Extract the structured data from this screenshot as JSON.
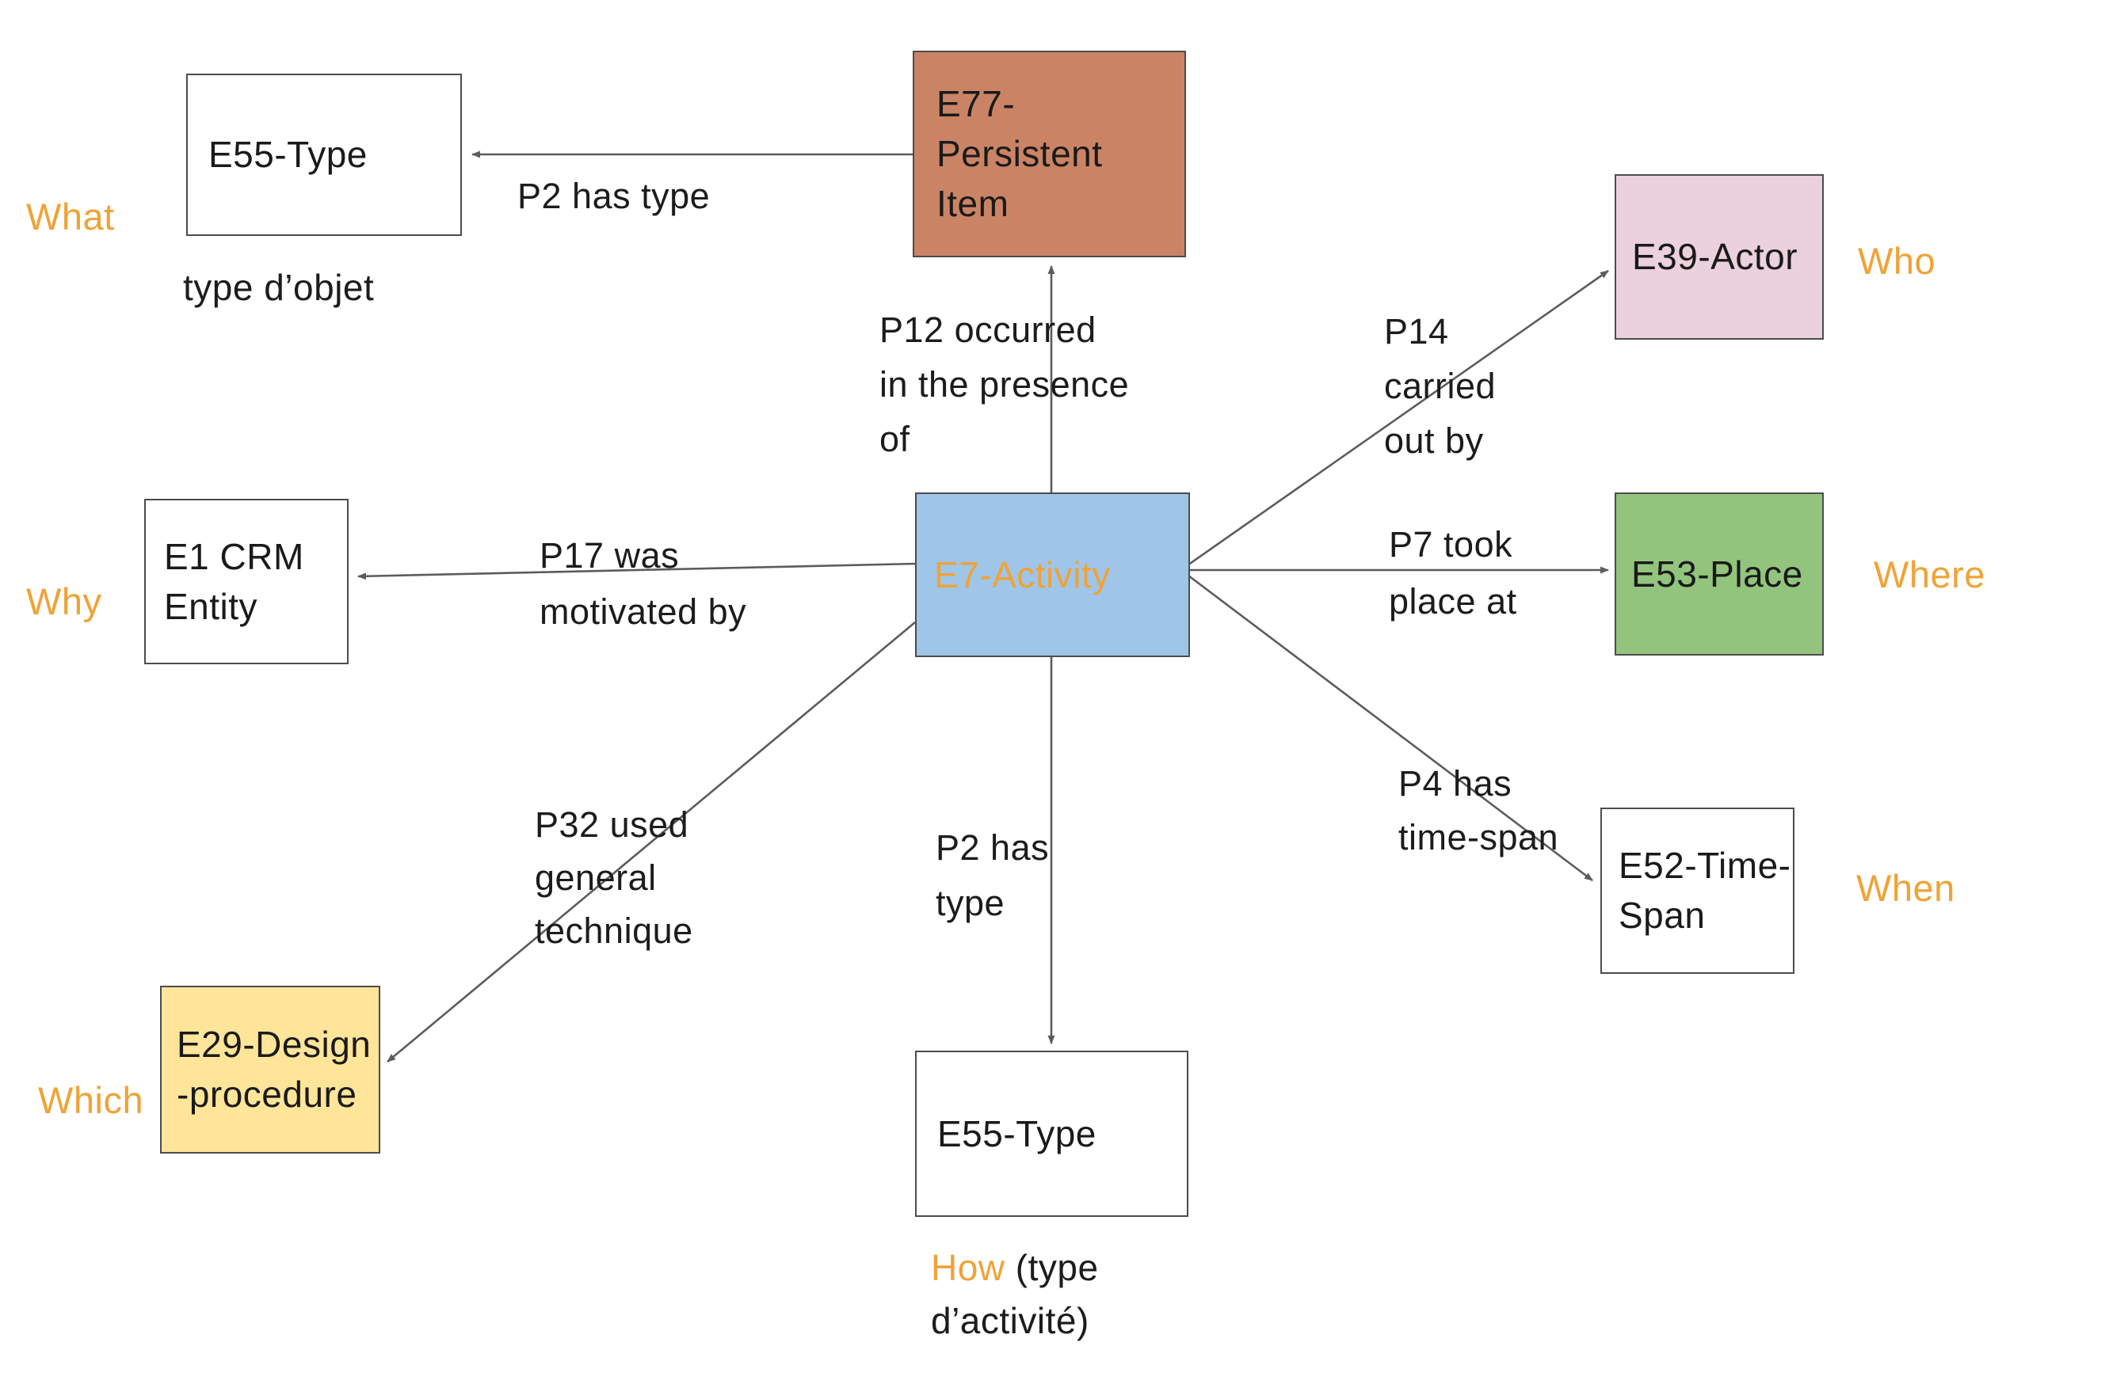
{
  "accent_color": "#efa337",
  "line_color": "#5c5c5c",
  "diagram": {
    "title_note": "CIDOC-CRM E7 Activity mapping diagram",
    "nodes": {
      "e55_top": {
        "label": "E55-Type",
        "fill": "#ffffff"
      },
      "e77": {
        "lines": [
          "E77-",
          "Persistent",
          "Item"
        ],
        "fill": "#ca8465"
      },
      "e7": {
        "label": "E7-Activity",
        "fill": "#9fc5e8",
        "text_color": "#efa337"
      },
      "e39": {
        "label": "E39-Actor",
        "fill": "#ead1dc"
      },
      "e53": {
        "label": "E53-Place",
        "fill": "#93c47d"
      },
      "e52": {
        "lines": [
          "E52-Time-",
          "Span"
        ],
        "fill": "#ffffff"
      },
      "e1": {
        "lines": [
          "E1 CRM",
          "Entity"
        ],
        "fill": "#ffffff"
      },
      "e29": {
        "lines": [
          "E29-Design",
          "-procedure"
        ],
        "fill": "#ffe599"
      },
      "e55_bottom": {
        "label": "E55-Type",
        "fill": "#ffffff"
      }
    },
    "edges": {
      "p2_top": {
        "label": "P2 has type"
      },
      "p12": {
        "lines": [
          "P12 occurred",
          "in the presence",
          "of"
        ]
      },
      "p14": {
        "lines": [
          "P14",
          "carried",
          "out by"
        ]
      },
      "p7": {
        "lines": [
          "P7 took",
          "place at"
        ]
      },
      "p4": {
        "lines": [
          "P4 has",
          "time-span"
        ]
      },
      "p17": {
        "lines": [
          "P17 was",
          "motivated by"
        ]
      },
      "p32": {
        "lines": [
          "P32 used",
          "general",
          "technique"
        ]
      },
      "p2_bottom": {
        "lines": [
          "P2 has",
          "type"
        ]
      }
    },
    "annotations": {
      "what": "What",
      "who": "Who",
      "where": "Where",
      "when": "When",
      "why": "Why",
      "which": "Which",
      "how": "How",
      "how_suffix_line1": " (type",
      "how_suffix_line2": "d’activité)",
      "type_objet": "type d’objet"
    }
  }
}
